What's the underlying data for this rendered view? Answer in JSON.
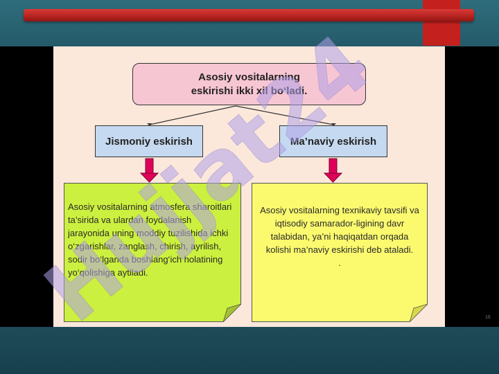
{
  "diagram": {
    "top": {
      "line1": "Asosiy vositalarning",
      "line2": "eskirishi ikki xil bo‘ladi."
    },
    "left": {
      "title": "Jismoniy eskirish",
      "text": "Asosiy vositalarning atmosfera sharoitlari ta’sirida va ulardan foydalanish jarayonida uning moddiy tuzilishida ichki o‘zgarishlar, zanglash, chirish, ayrilish,  sodir bo‘lganda boshlang‘ich holatining yo‘qolishiga aytiladi."
    },
    "right": {
      "title": "Ma’naviy eskirish",
      "text": "Asosiy vositalarning texnikaviy tavsifi va iqtisodiy samarador-ligining davr talabidan, ya’ni haqiqatdan orqada kolishi ma’naviy eskirishi deb ataladi.",
      "dot": "."
    }
  },
  "watermark": "Hujjat24",
  "slide_number": "16",
  "colors": {
    "slide_bg": "#fbe8db",
    "top_box": "#f7c6d3",
    "mid_box": "#c5d9f0",
    "left_note": "#ccf03f",
    "right_note": "#fbfa6e",
    "down_arrow": "#e0005a",
    "red_bar": "#c4201e",
    "watermark": "#b0a0e8"
  }
}
